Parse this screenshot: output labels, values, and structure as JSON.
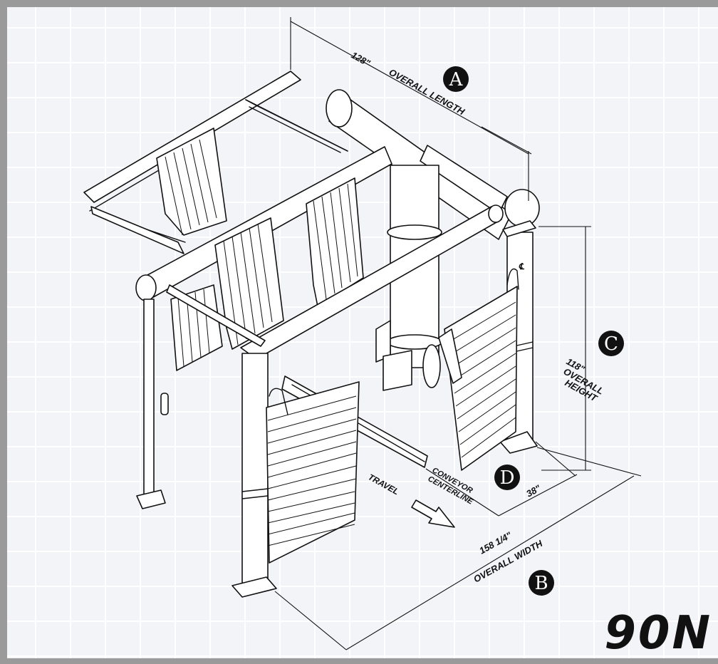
{
  "dimensions": {
    "length": {
      "value": "128\"",
      "label": "OVERALL LENGTH",
      "marker": "A"
    },
    "width": {
      "value": "158 1/4\"",
      "label": "OVERALL WIDTH",
      "marker": "B"
    },
    "height": {
      "value": "118\"",
      "label_line1": "OVERALL",
      "label_line2": "HEIGHT",
      "marker": "C"
    },
    "offset": {
      "value": "38\"",
      "marker": "D"
    }
  },
  "conveyor": {
    "line1": "CONVEYOR",
    "line2": "CENTERLINE"
  },
  "travel": {
    "label": "TRAVEL"
  },
  "centerline_symbol": "℄",
  "model": "90N",
  "colors": {
    "frame": "#9a9a9a",
    "paper": "#f3f4f8",
    "grid": "#ffffff",
    "ink": "#111111"
  }
}
